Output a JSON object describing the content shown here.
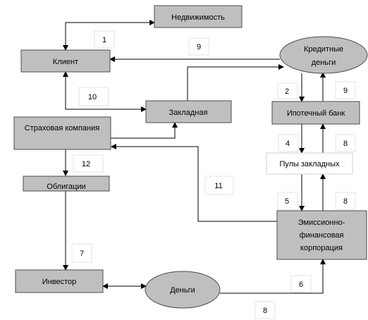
{
  "nodes": {
    "real_estate": "Недвижимость",
    "client": "Клиент",
    "credit_money": [
      "Кредитные",
      "деньги"
    ],
    "mortgage": "Закладная",
    "insurance": "Страховая компания",
    "mortgage_bank": "Ипотечный банк",
    "mortgage_pools": "Пулы закладных",
    "bonds": "Облигации",
    "emission_corp": [
      "Эмиссионно-",
      "финансовая",
      "корпорация"
    ],
    "investor": "Инвестор",
    "money": "Деньги"
  },
  "numbers": {
    "n1": "1",
    "n9_top": "9",
    "n10": "10",
    "n2": "2",
    "n9_right": "9",
    "n4": "4",
    "n8_a": "8",
    "n12": "12",
    "n11": "11",
    "n5": "5",
    "n8_b": "8",
    "n7": "7",
    "n6": "6",
    "n8_c": "8"
  }
}
